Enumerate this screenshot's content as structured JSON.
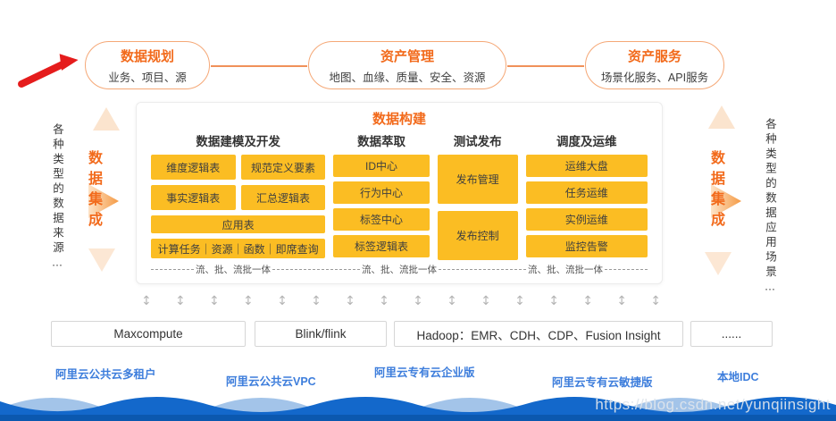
{
  "top_flow": {
    "stages": [
      {
        "title": "数据规划",
        "subtitle": "业务、项目、源"
      },
      {
        "title": "资产管理",
        "subtitle": "地图、血缘、质量、安全、资源"
      },
      {
        "title": "资产服务",
        "subtitle": "场景化服务、API服务"
      }
    ]
  },
  "left_side": {
    "sources_label": "各种类型的数据来源…",
    "integration_label": "数据集成"
  },
  "right_side": {
    "integration_label": "数据集成",
    "applications_label": "各种类型的数据应用场景…"
  },
  "build_platform": {
    "title": "数据构建",
    "columns": [
      {
        "header": "数据建模及开发",
        "cells": [
          "维度逻辑表",
          "规范定义要素",
          "事实逻辑表",
          "汇总逻辑表",
          "应用表",
          "计算任务｜资源｜函数｜即席查询"
        ]
      },
      {
        "header": "数据萃取",
        "cells": [
          "ID中心",
          "行为中心",
          "标签中心",
          "标签逻辑表"
        ]
      },
      {
        "header": "测试发布",
        "cells": [
          "发布管理",
          "发布控制"
        ]
      },
      {
        "header": "调度及运维",
        "cells": [
          "运维大盘",
          "任务运维",
          "实例运维",
          "监控告警"
        ]
      }
    ],
    "stream_note": "流、批、流批一体"
  },
  "infrastructure": {
    "engines": [
      "Maxcompute",
      "Blink/flink",
      "Hadoop：EMR、CDH、CDP、Fusion Insight",
      "......"
    ]
  },
  "deployments": [
    "阿里云公共云多租户",
    "阿里云公共云VPC",
    "阿里云专有云企业版",
    "阿里云专有云敏捷版",
    "本地IDC"
  ],
  "watermark": "https://blog.csdn.net/yunqiinsight",
  "sync_arrow_glyph": "↕",
  "colors": {
    "accent_orange": "#F26A1B",
    "cell_yellow": "#FBBD23",
    "link_blue": "#3E7EDC",
    "wave_light_blue": "#A3C4E9",
    "wave_dark_blue": "#1368CB",
    "arrow_red": "#E51C1C"
  }
}
